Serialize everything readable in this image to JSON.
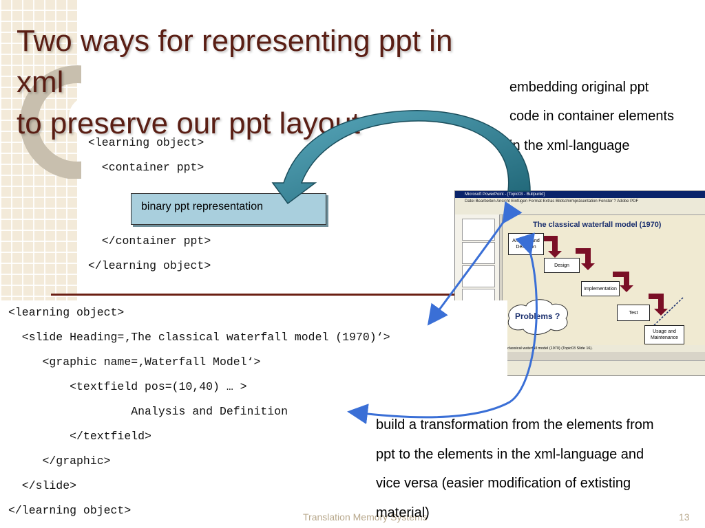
{
  "slide": {
    "title_line1": "Two ways for representing ppt in xml",
    "title_line2": "to preserve our ppt layout",
    "accent_color": "#5a1e14",
    "footer": "Translation Memory Systems",
    "page_number": "13"
  },
  "top_code": [
    "<learning object>",
    "  <container ppt>",
    "  </container ppt>",
    "</learning object>"
  ],
  "binary_box": {
    "label": "binary ppt representation",
    "color": "#a9cfdd"
  },
  "note_top": [
    "embedding original ppt",
    "code in container elements",
    "in the xml-language"
  ],
  "bottom_code": [
    "<learning object>",
    "  <slide Heading=‚The classical waterfall model (1970)‘>",
    "     <graphic name=‚Waterfall Model‘>",
    "         <textfield pos=(10,40) … >",
    "                  Analysis and Definition",
    "         </textfield>",
    "     </graphic>",
    "  </slide>",
    "</learning object>"
  ],
  "note_bottom": [
    "build a transformation from the elements from",
    "ppt to the elements in the xml-language and",
    "vice versa (easier modification of extisting",
    "material)"
  ],
  "screenshot": {
    "window_title": "Microsoft PowerPoint - [Topic03 - Bullpunkt]",
    "menu": "Datei  Bearbeiten  Ansicht  Einfügen  Format  Extras  Bildschirmpräsentation  Fenster  ?  Adobe PDF",
    "slide_title": "The classical waterfall model (1970)",
    "boxes": [
      "Analysis and Definition",
      "Design",
      "Implementation",
      "Test",
      "Usage and Maintenance"
    ],
    "cloud_label": "Problems ?",
    "status": "classical waterfall model (1970) (Topic03 Slide 16)."
  }
}
